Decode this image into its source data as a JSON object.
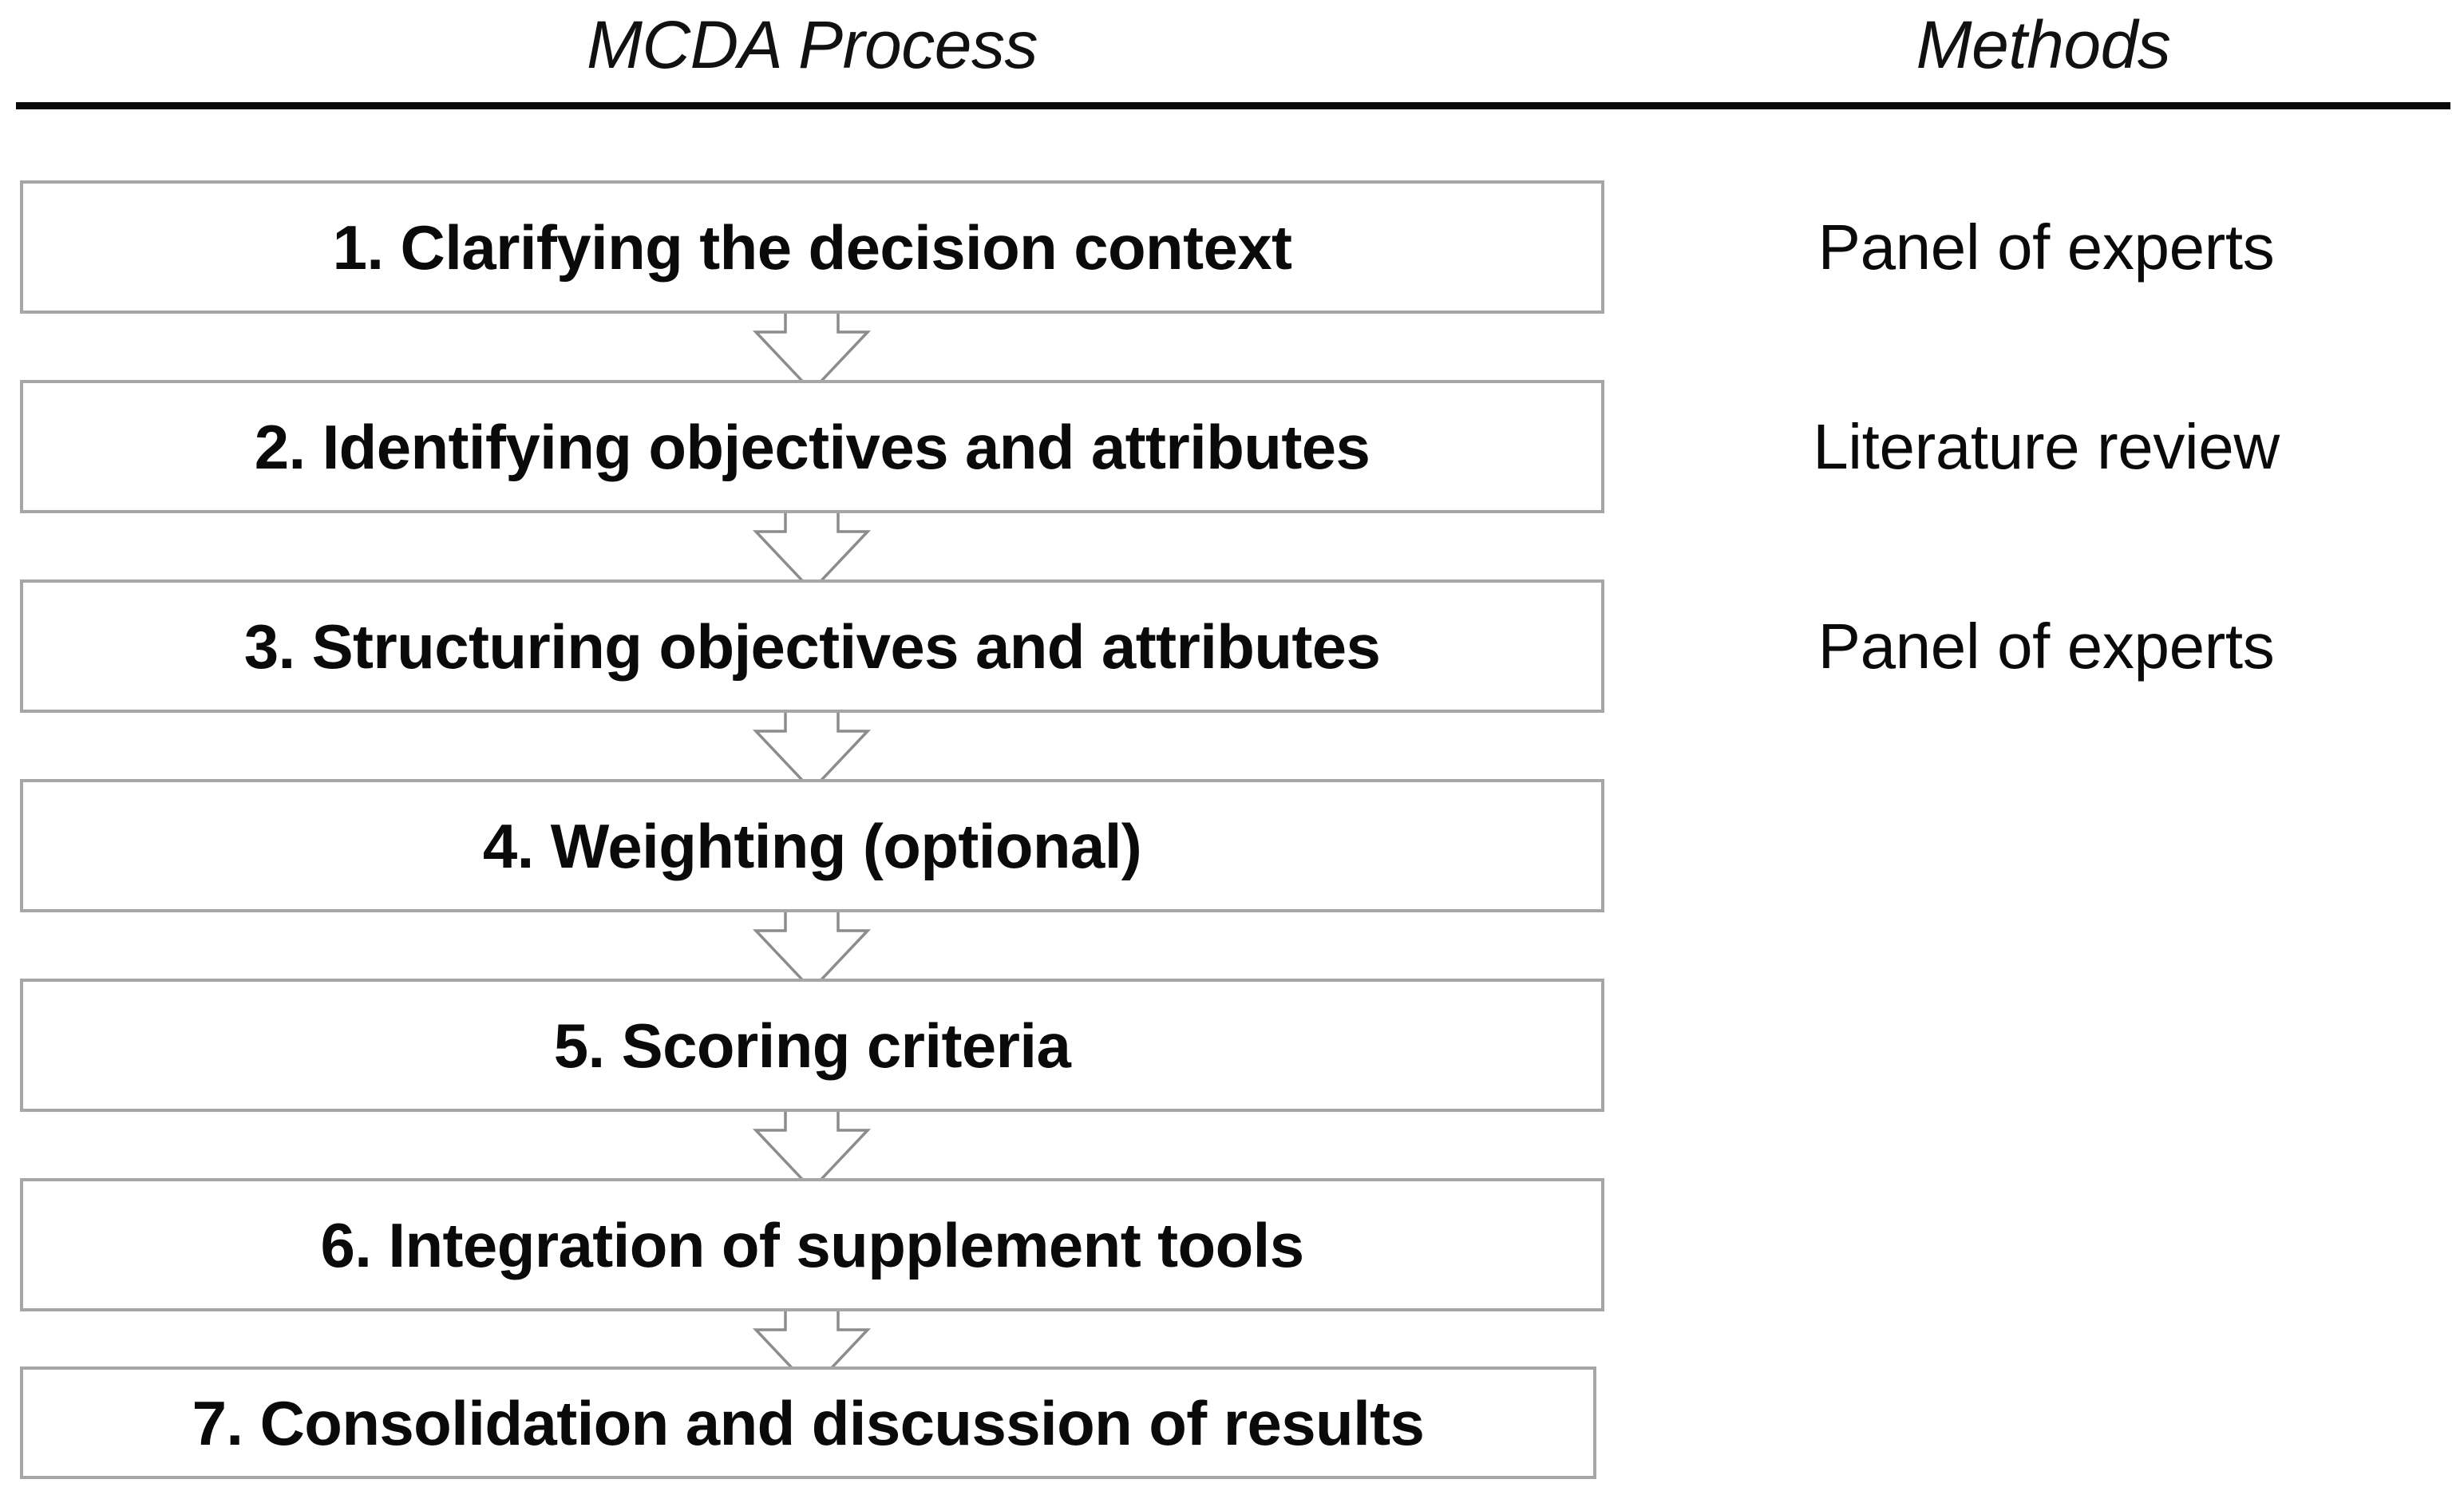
{
  "figure": {
    "kind": "flowchart",
    "orientation": "vertical",
    "columns": [
      {
        "id": "process",
        "header": "MCDA Process"
      },
      {
        "id": "methods",
        "header": "Methods"
      }
    ]
  },
  "headers": {
    "process": "MCDA Process",
    "methods": "Methods"
  },
  "process_steps": [
    {
      "number": "1",
      "label": "1. Clarifying the decision context"
    },
    {
      "number": "2",
      "label": "2. Identifying objectives and attributes"
    },
    {
      "number": "3",
      "label": "3. Structuring objectives and attributes"
    },
    {
      "number": "4",
      "label": "4. Weighting (optional)"
    },
    {
      "number": "5",
      "label": "5. Scoring criteria"
    },
    {
      "number": "6",
      "label": "6. Integration of supplement tools"
    },
    {
      "number": "7",
      "label": "7. Consolidation and discussion of results"
    }
  ],
  "methods": [
    {
      "label": "Panel of experts",
      "aligned_to_step": "1"
    },
    {
      "label": "Literature review",
      "aligned_to_step": "2"
    },
    {
      "label": "Panel of experts",
      "aligned_to_step": "3"
    }
  ],
  "connectors": [
    {
      "from_step": "1",
      "to_step": "2",
      "type": "down-block-arrow"
    },
    {
      "from_step": "2",
      "to_step": "3",
      "type": "down-block-arrow"
    },
    {
      "from_step": "3",
      "to_step": "4",
      "type": "down-block-arrow"
    },
    {
      "from_step": "4",
      "to_step": "5",
      "type": "down-block-arrow"
    },
    {
      "from_step": "5",
      "to_step": "6",
      "type": "down-block-arrow"
    },
    {
      "from_step": "6",
      "to_step": "7",
      "type": "down-block-arrow"
    }
  ],
  "colors": {
    "background": "#ffffff",
    "box_border": "#a6a6a6",
    "box_fill": "#ffffff",
    "text": "#0a0a0a",
    "separator_rule": "#0a0a0a",
    "arrow_stroke": "#8c8c8c",
    "arrow_fill": "#ffffff"
  }
}
